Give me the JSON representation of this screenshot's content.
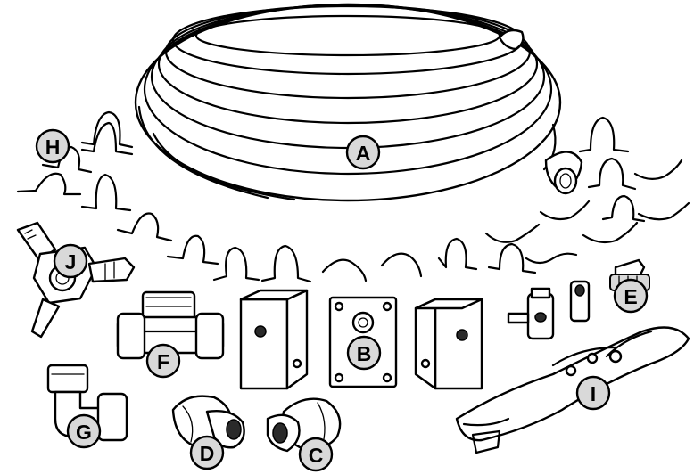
{
  "labels": {
    "A": "A",
    "B": "B",
    "C": "C",
    "D": "D",
    "E": "E",
    "F": "F",
    "G": "G",
    "H": "H",
    "I": "I",
    "J": "J"
  }
}
